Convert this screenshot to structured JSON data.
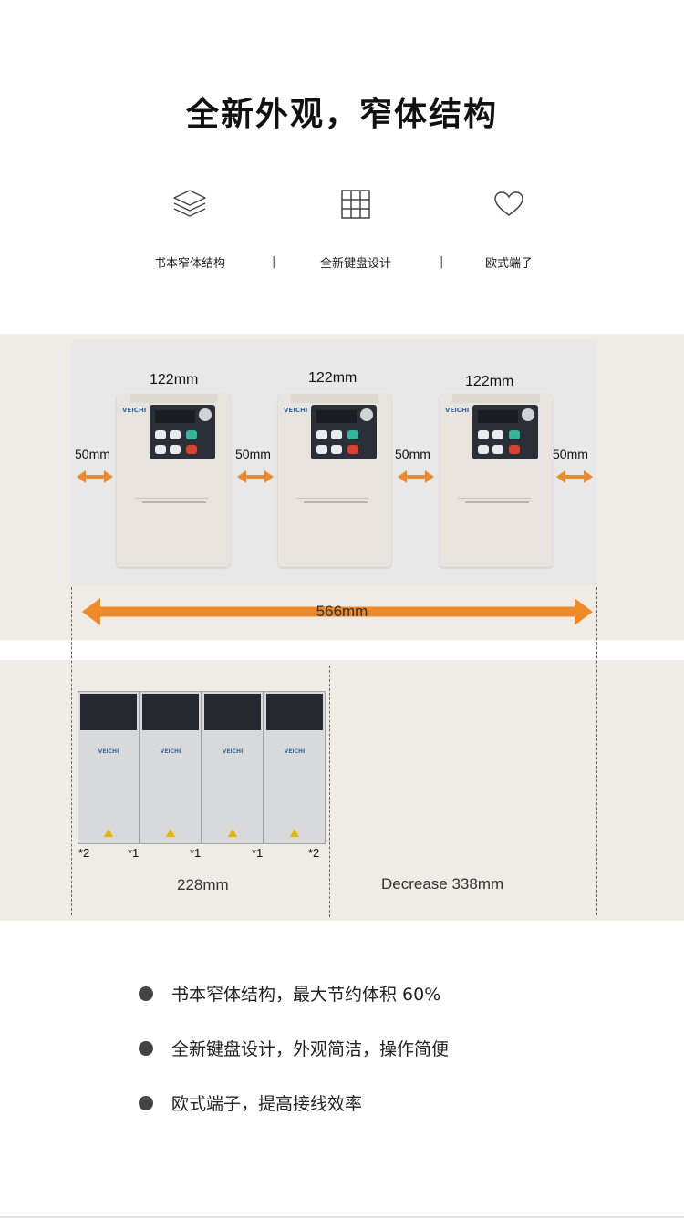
{
  "title": "全新外观，窄体结构",
  "features": [
    {
      "icon": "layers-icon",
      "label": "书本窄体结构"
    },
    {
      "icon": "grid-icon",
      "label": "全新键盘设计"
    },
    {
      "icon": "heart-icon",
      "label": "欧式端子"
    }
  ],
  "separator": "|",
  "comparison": {
    "unit_width": "122mm",
    "gap": "50mm",
    "total_old": "566mm",
    "marks": [
      "*2",
      "*1",
      "*1",
      "*1",
      "*2"
    ],
    "total_new": "228mm",
    "decrease": "Decrease 338mm",
    "brand": "VEICHI"
  },
  "bullets": [
    "书本窄体结构，最大节约体积 60%",
    "全新键盘设计，外观简洁，操作简便",
    "欧式端子，提高接线效率"
  ],
  "colors": {
    "arrow": "#ee8a2a",
    "panel_bg": "#efece6"
  }
}
